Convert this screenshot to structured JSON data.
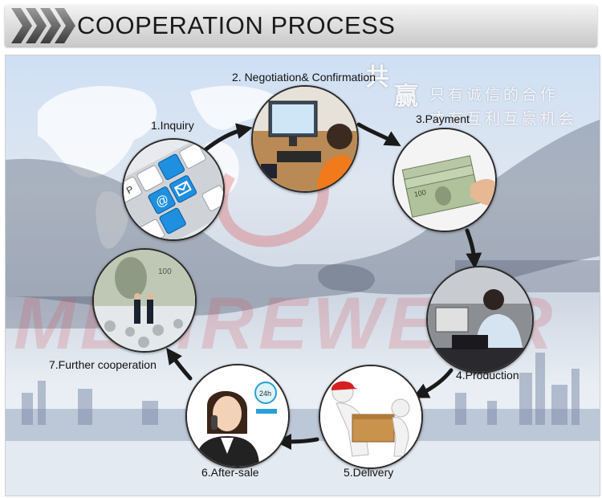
{
  "header": {
    "title": "COOPERATION PROCESS"
  },
  "background": {
    "watermark": "MEMREWEAR",
    "slogan_line1": "只有诚信的合作",
    "slogan_line2": "才有互利互赢机会",
    "char1": "共",
    "char2": "赢"
  },
  "steps": [
    {
      "label": "1.Inquiry"
    },
    {
      "label": "2. Negotiation& Confirmation"
    },
    {
      "label": "3.Payment"
    },
    {
      "label": "4.Production"
    },
    {
      "label": "5.Delivery"
    },
    {
      "label": "6.After-sale"
    },
    {
      "label": "7.Further cooperation"
    }
  ],
  "icons": {
    "node1": "email-keyboard-icon",
    "node2": "computer-worker-icon",
    "node3": "money-hand-icon",
    "node4": "factory-worker-icon",
    "node5": "delivery-man-icon",
    "node6": "customer-service-icon",
    "node7": "business-handshake-icon"
  },
  "colors": {
    "arrow": "#1a1a1a",
    "node_border": "#2b2b2b",
    "watermark": "#d2505a"
  }
}
